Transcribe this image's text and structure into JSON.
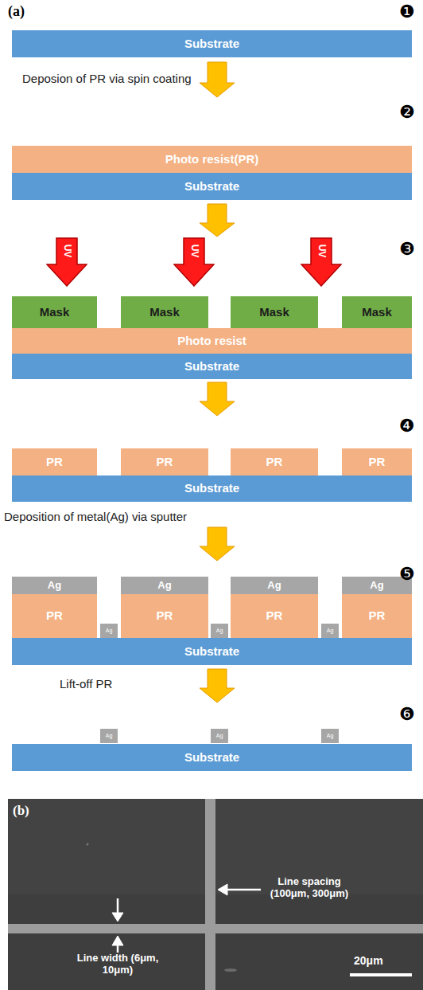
{
  "diagram": {
    "nodes": [
      {
        "text": [
          "Substrate"
        ]
      },
      {
        "text": [
          "Photo resist(PR)"
        ]
      },
      {
        "text": [
          "Substrate"
        ]
      },
      {
        "text": [
          "UV"
        ]
      },
      {
        "text": [
          "UV"
        ]
      },
      {
        "text": [
          "UV"
        ]
      },
      {
        "text": [
          "Mask"
        ]
      },
      {
        "text": [
          "Mask"
        ]
      },
      {
        "text": [
          "Mask"
        ]
      },
      {
        "text": [
          "Mask"
        ]
      },
      {
        "text": [
          "Photo resist"
        ]
      },
      {
        "text": [
          "Substrate"
        ]
      },
      {
        "text": [
          "PR"
        ]
      },
      {
        "text": [
          "PR"
        ]
      },
      {
        "text": [
          "PR"
        ]
      },
      {
        "text": [
          "PR"
        ]
      },
      {
        "text": [
          "Substrate"
        ]
      },
      {
        "text": [
          "Ag"
        ]
      },
      {
        "text": [
          "Ag"
        ]
      },
      {
        "text": [
          "Ag"
        ]
      },
      {
        "text": [
          "Ag"
        ]
      },
      {
        "text": [
          "PR"
        ]
      },
      {
        "text": [
          "PR"
        ]
      },
      {
        "text": [
          "PR"
        ]
      },
      {
        "text": [
          "PR"
        ]
      },
      {
        "text": [
          "Ag"
        ]
      },
      {
        "text": [
          "Ag"
        ]
      },
      {
        "text": [
          "Ag"
        ]
      },
      {
        "text": [
          "Substrate"
        ]
      },
      {
        "text": [
          "Ag"
        ]
      },
      {
        "text": [
          "Ag"
        ]
      },
      {
        "text": [
          "Ag"
        ]
      },
      {
        "text": [
          "Substrate"
        ]
      }
    ],
    "labels": [
      "(a)",
      "❶",
      "Deposion of PR via spin coating",
      "❷",
      "❸",
      "❹",
      "Deposition of metal(Ag) via sputter",
      "❺",
      "Lift-off PR",
      "❻",
      "(b)",
      "Line spacing (100μm, 300μm)",
      "Line width (6μm, 10μm)",
      "20μm"
    ]
  }
}
